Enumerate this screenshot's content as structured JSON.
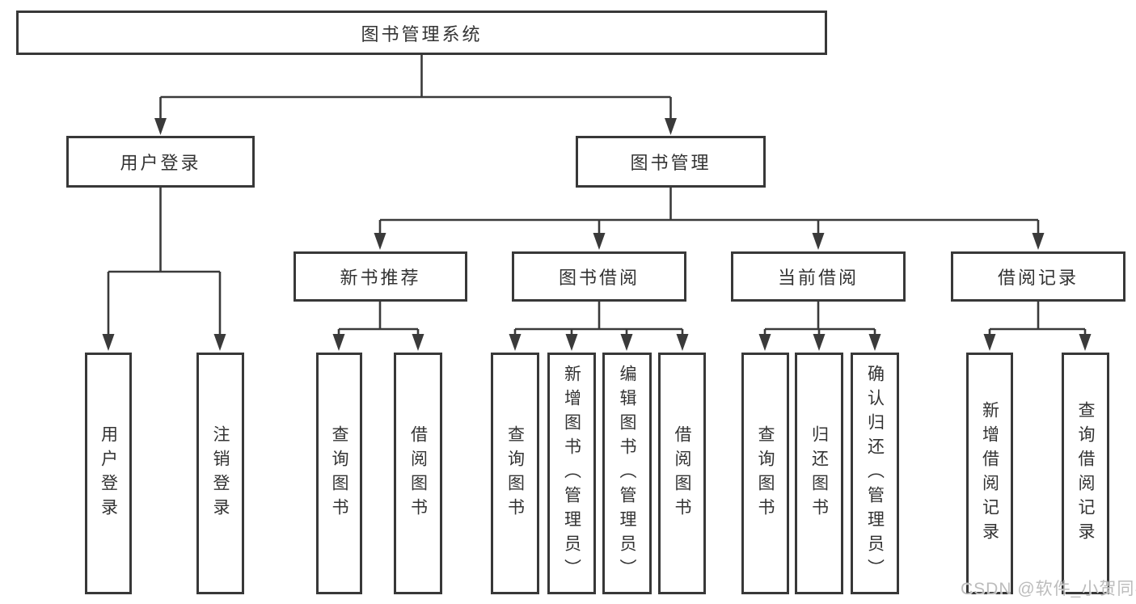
{
  "diagram": {
    "root": {
      "label": "图书管理系统"
    },
    "branches": [
      {
        "label": "用户登录",
        "children": [
          {
            "label": "用户登录"
          },
          {
            "label": "注销登录"
          }
        ]
      },
      {
        "label": "图书管理",
        "children": [
          {
            "label": "新书推荐",
            "children": [
              {
                "label": "查询图书"
              },
              {
                "label": "借阅图书"
              }
            ]
          },
          {
            "label": "图书借阅",
            "children": [
              {
                "label": "查询图书"
              },
              {
                "label": "新增图书（管理员）"
              },
              {
                "label": "编辑图书（管理员）"
              },
              {
                "label": "借阅图书"
              }
            ]
          },
          {
            "label": "当前借阅",
            "children": [
              {
                "label": "查询图书"
              },
              {
                "label": "归还图书"
              },
              {
                "label": "确认归还（管理员）"
              }
            ]
          },
          {
            "label": "借阅记录",
            "children": [
              {
                "label": "新增借阅记录"
              },
              {
                "label": "查询借阅记录"
              }
            ]
          }
        ]
      }
    ]
  },
  "watermark": {
    "text": "CSDN @软件_小贺同学"
  },
  "colors": {
    "line": "#3a3a3a",
    "border": "#383838",
    "text": "#333333",
    "watermark": "#b9b9b9",
    "background": "#ffffff"
  }
}
